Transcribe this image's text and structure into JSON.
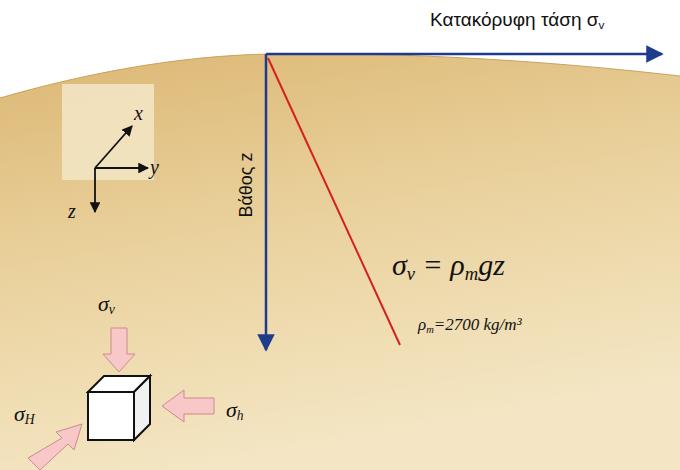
{
  "diagram": {
    "labels": [
      "Κατακόρυφη τάση σv",
      "Βάθος z",
      "σv = ρmgz",
      "ρm=2700 kg/m³",
      "x",
      "y",
      "z",
      "σv",
      "σh",
      "σH"
    ]
  }
}
